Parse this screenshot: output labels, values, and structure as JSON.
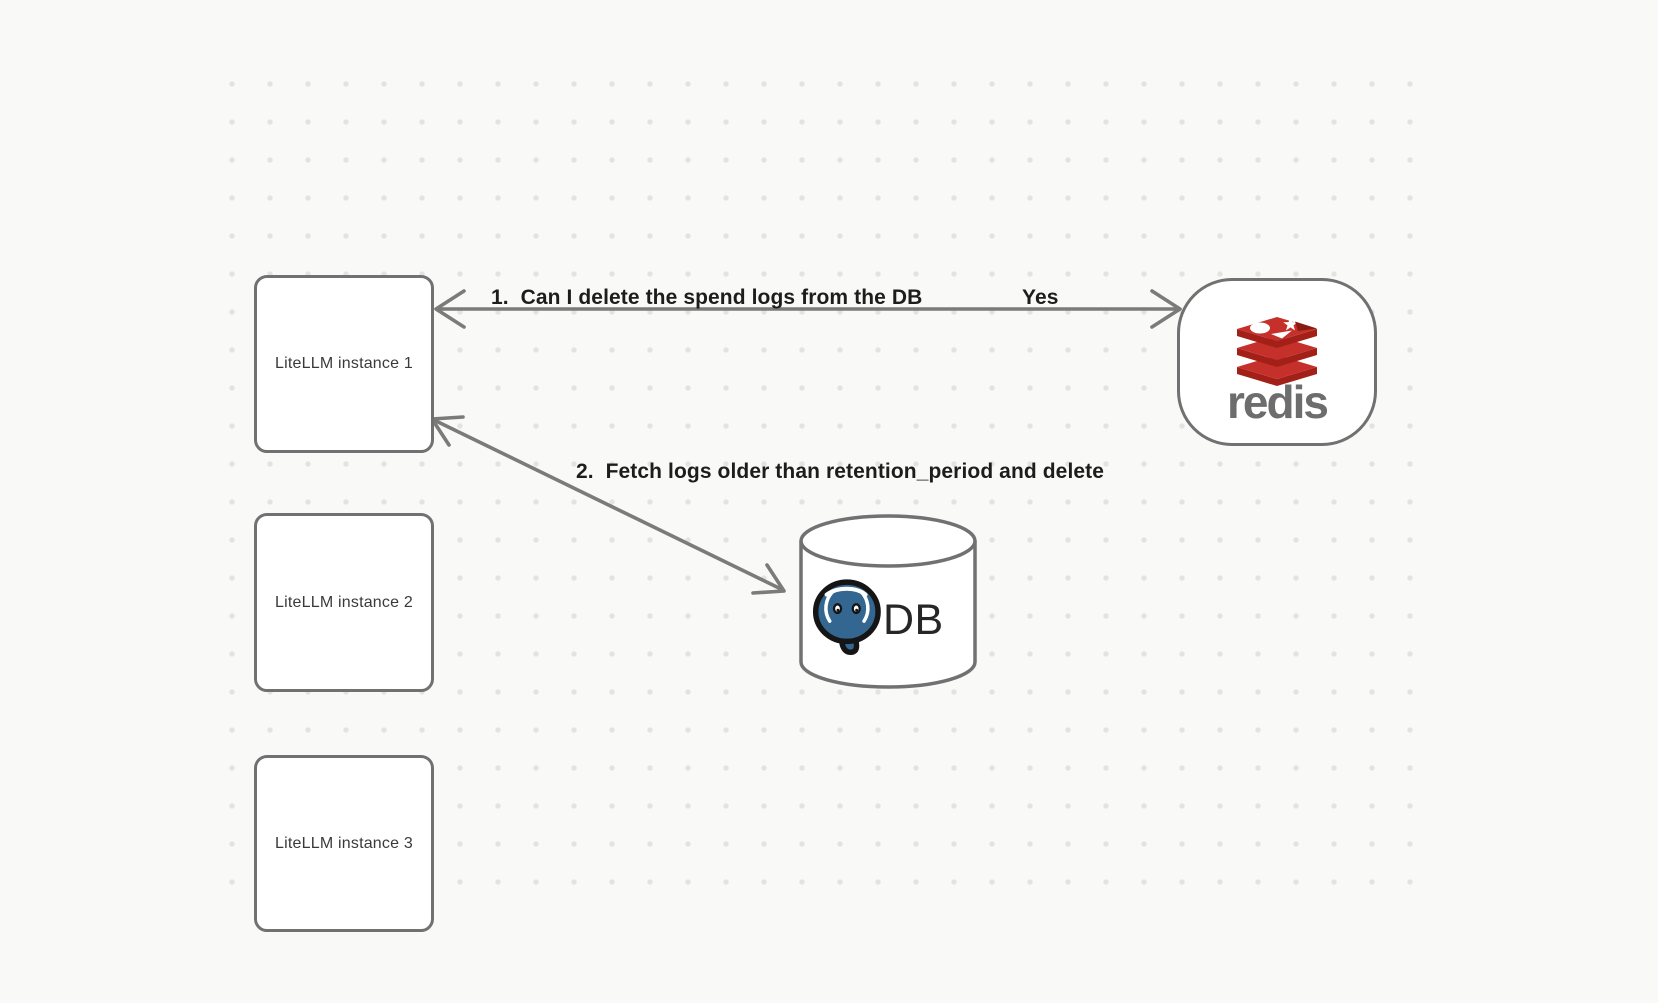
{
  "colors": {
    "background": "#f9f9f8",
    "grid_dot": "#e3e3e2",
    "shape_stroke": "#717171",
    "arrow_stroke": "#7b7b7b",
    "node_fill": "#ffffff",
    "node_label_text": "#3a3a3a",
    "edge_label_text": "#1d1d1d",
    "redis_red": "#c6302b",
    "redis_dark_red": "#a32018",
    "redis_notch_red": "#8a1b10",
    "redis_wordmark_gray": "#6d6d6d",
    "postgres_blue": "#336791",
    "db_text": "#262626"
  },
  "nodes": {
    "instances": [
      {
        "label": "LiteLLM instance 1"
      },
      {
        "label": "LiteLLM instance 2"
      },
      {
        "label": "LiteLLM instance 3"
      }
    ],
    "redis": {
      "wordmark": "redis"
    },
    "db": {
      "label": "DB"
    }
  },
  "edges": [
    {
      "label": "1.  Can I delete the spend logs from the DB",
      "response": "Yes"
    },
    {
      "label": "2.  Fetch logs older than retention_period and delete"
    }
  ]
}
